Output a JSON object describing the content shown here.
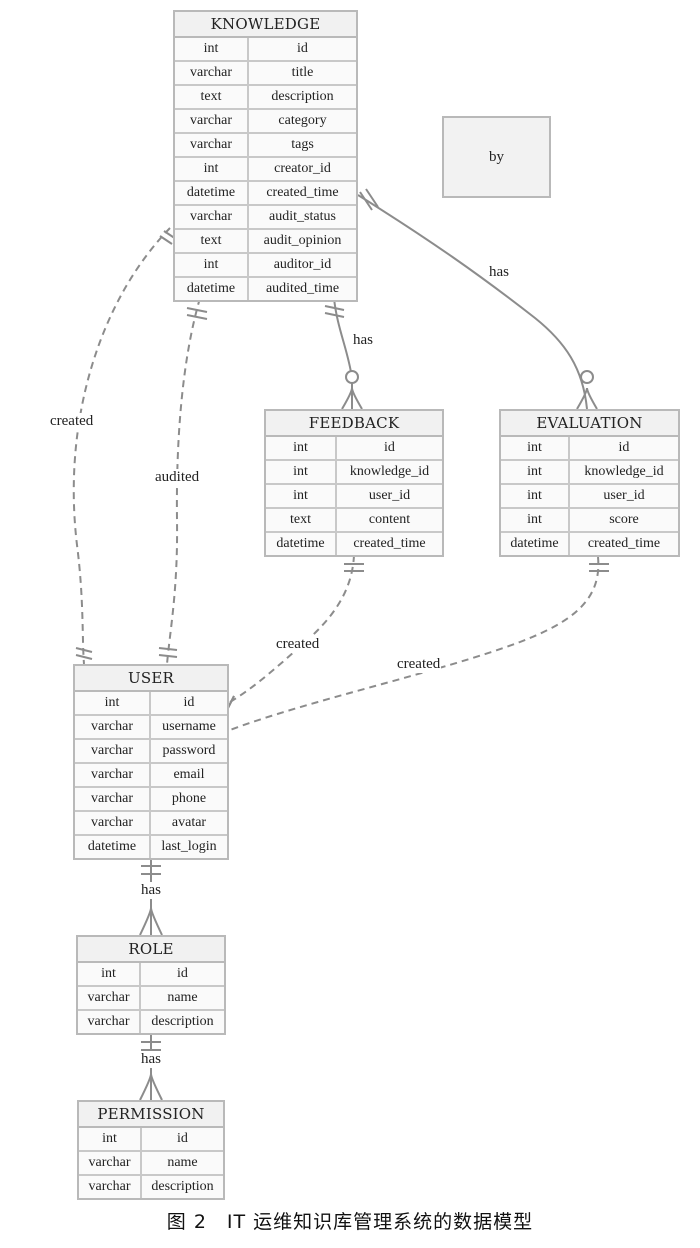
{
  "entities": {
    "knowledge": {
      "title": "KNOWLEDGE",
      "fields": [
        {
          "type": "int",
          "name": "id"
        },
        {
          "type": "varchar",
          "name": "title"
        },
        {
          "type": "text",
          "name": "description"
        },
        {
          "type": "varchar",
          "name": "category"
        },
        {
          "type": "varchar",
          "name": "tags"
        },
        {
          "type": "int",
          "name": "creator_id"
        },
        {
          "type": "datetime",
          "name": "created_time"
        },
        {
          "type": "varchar",
          "name": "audit_status"
        },
        {
          "type": "text",
          "name": "audit_opinion"
        },
        {
          "type": "int",
          "name": "auditor_id"
        },
        {
          "type": "datetime",
          "name": "audited_time"
        }
      ]
    },
    "feedback": {
      "title": "FEEDBACK",
      "fields": [
        {
          "type": "int",
          "name": "id"
        },
        {
          "type": "int",
          "name": "knowledge_id"
        },
        {
          "type": "int",
          "name": "user_id"
        },
        {
          "type": "text",
          "name": "content"
        },
        {
          "type": "datetime",
          "name": "created_time"
        }
      ]
    },
    "evaluation": {
      "title": "EVALUATION",
      "fields": [
        {
          "type": "int",
          "name": "id"
        },
        {
          "type": "int",
          "name": "knowledge_id"
        },
        {
          "type": "int",
          "name": "user_id"
        },
        {
          "type": "int",
          "name": "score"
        },
        {
          "type": "datetime",
          "name": "created_time"
        }
      ]
    },
    "user": {
      "title": "USER",
      "fields": [
        {
          "type": "int",
          "name": "id"
        },
        {
          "type": "varchar",
          "name": "username"
        },
        {
          "type": "varchar",
          "name": "password"
        },
        {
          "type": "varchar",
          "name": "email"
        },
        {
          "type": "varchar",
          "name": "phone"
        },
        {
          "type": "varchar",
          "name": "avatar"
        },
        {
          "type": "datetime",
          "name": "last_login"
        }
      ]
    },
    "role": {
      "title": "ROLE",
      "fields": [
        {
          "type": "int",
          "name": "id"
        },
        {
          "type": "varchar",
          "name": "name"
        },
        {
          "type": "varchar",
          "name": "description"
        }
      ]
    },
    "permission": {
      "title": "PERMISSION",
      "fields": [
        {
          "type": "int",
          "name": "id"
        },
        {
          "type": "varchar",
          "name": "name"
        },
        {
          "type": "varchar",
          "name": "description"
        }
      ]
    }
  },
  "note": {
    "text": "by"
  },
  "relationships": {
    "knowledge_user_created": "created",
    "knowledge_user_audited": "audited",
    "knowledge_feedback_has": "has",
    "knowledge_evaluation_has": "has",
    "feedback_user_created": "created",
    "evaluation_user_created": "created",
    "user_role_has": "has",
    "role_permission_has": "has"
  },
  "caption": "图 2　IT 运维知识库管理系统的数据模型",
  "colors": {
    "line": "#8c8c8c",
    "border": "#b9b9b9",
    "header": "#f1f1f1"
  }
}
